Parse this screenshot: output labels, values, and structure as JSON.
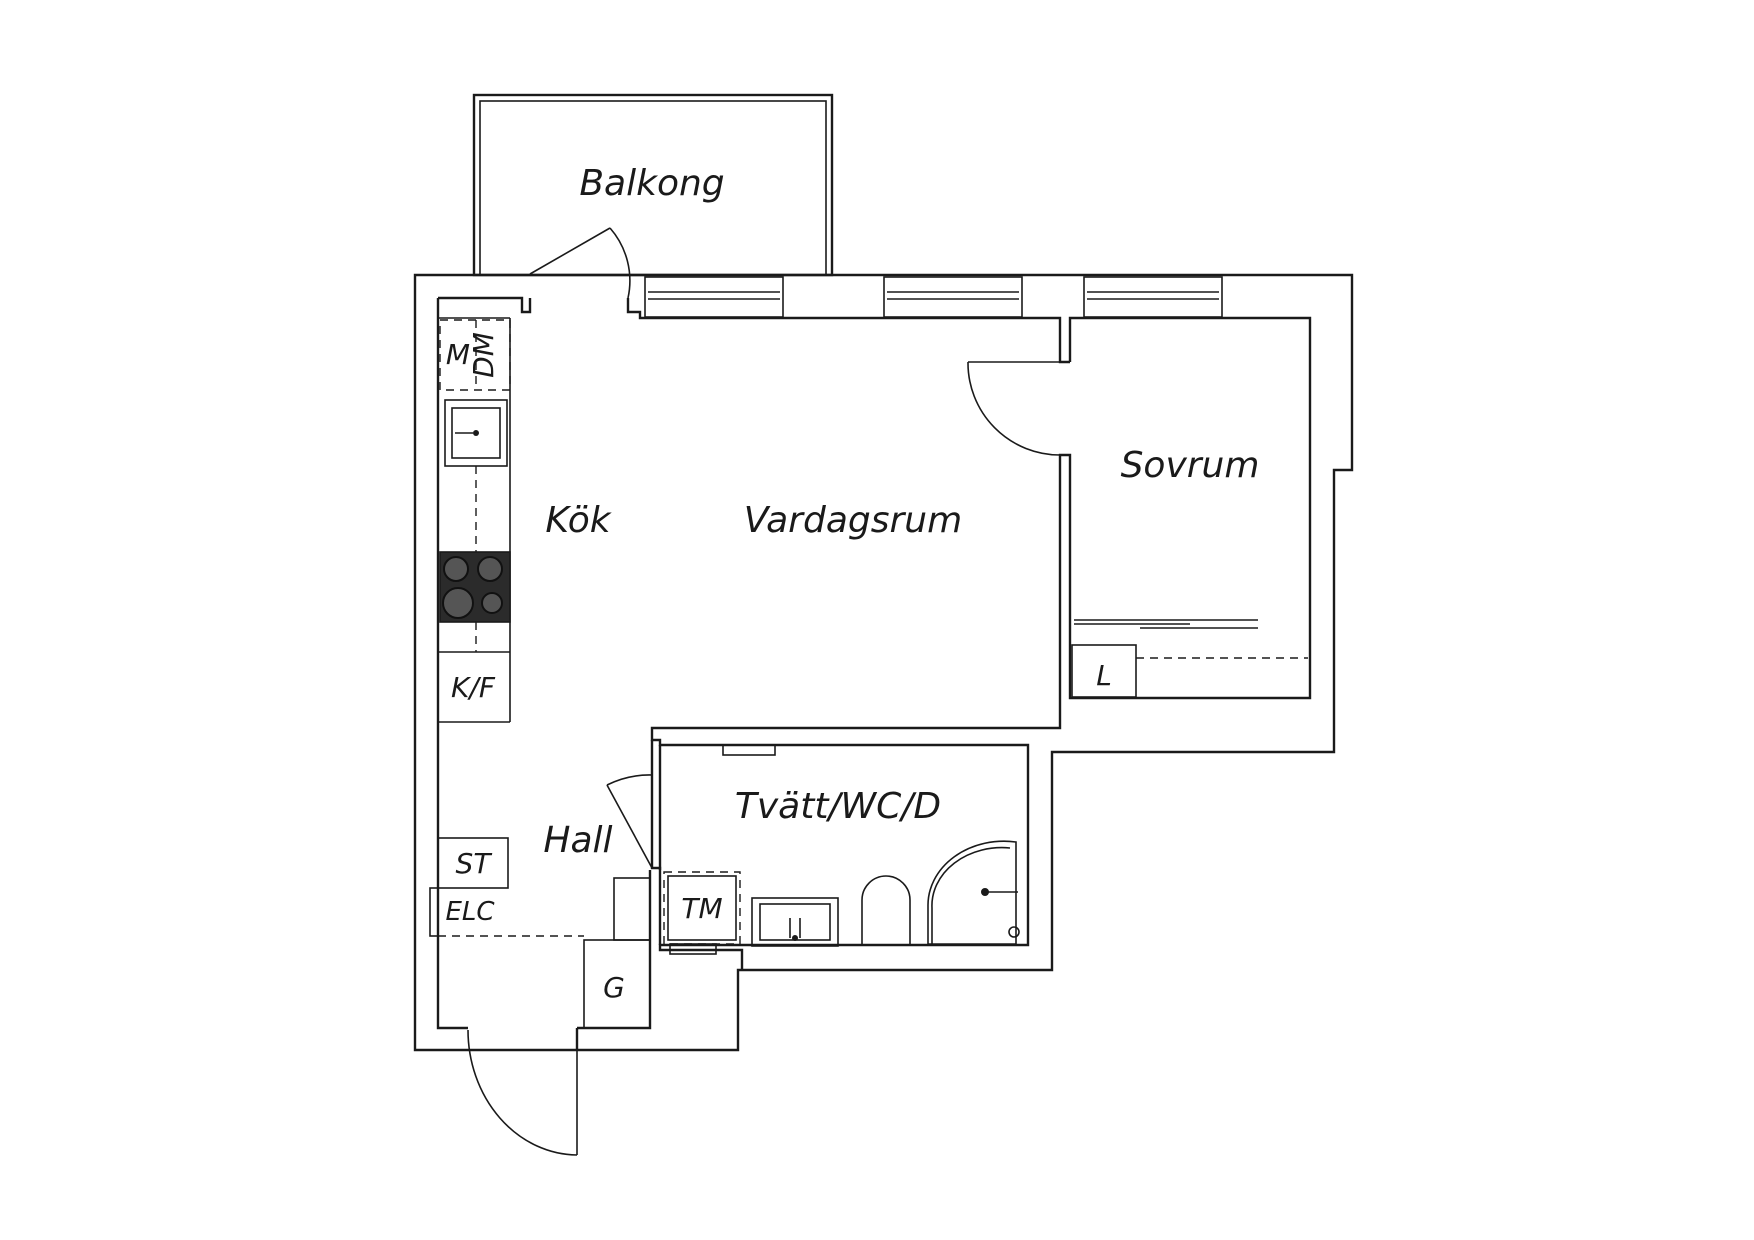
{
  "labels": {
    "balkong": "Balkong",
    "kok": "Kök",
    "vardagsrum": "Vardagsrum",
    "sovrum": "Sovrum",
    "hall": "Hall",
    "tvatt": "Tvätt/WC/D",
    "m": "M",
    "dm": "DM",
    "kf": "K/F",
    "st": "ST",
    "elc": "ELC",
    "g": "G",
    "tm": "TM",
    "l": "L"
  }
}
